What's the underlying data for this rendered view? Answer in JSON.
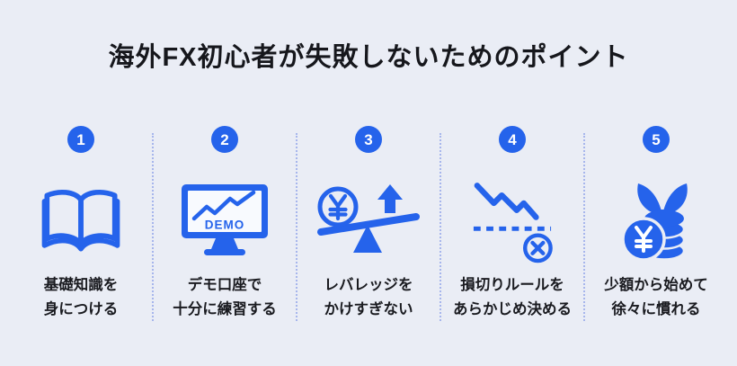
{
  "page": {
    "title": "海外FX初心者が失敗しないためのポイント"
  },
  "colors": {
    "accent_blue": "#2563EB",
    "background": "#EAEDF5",
    "text": "#1A1B20",
    "divider_dotted_blue": "#A7B6EC",
    "badge_text": "#FFFFFF",
    "monitor_screen": "#F8FAFE"
  },
  "steps": [
    {
      "number": "1",
      "icon": "open-book-icon",
      "caption_line1": "基礎知識を",
      "caption_line2": "身につける"
    },
    {
      "number": "2",
      "icon": "demo-monitor-chart-icon",
      "monitor_label": "DEMO",
      "caption_line1": "デモ口座で",
      "caption_line2": "十分に練習する"
    },
    {
      "number": "3",
      "icon": "leverage-seesaw-icon",
      "coin_symbol": "¥",
      "caption_line1": "レバレッジを",
      "caption_line2": "かけすぎない"
    },
    {
      "number": "4",
      "icon": "stop-loss-declining-chart-icon",
      "caption_line1": "損切りルールを",
      "caption_line2": "あらかじめ決める"
    },
    {
      "number": "5",
      "icon": "coin-stack-sprout-icon",
      "coin_symbol": "¥",
      "caption_line1": "少額から始めて",
      "caption_line2": "徐々に慣れる"
    }
  ]
}
